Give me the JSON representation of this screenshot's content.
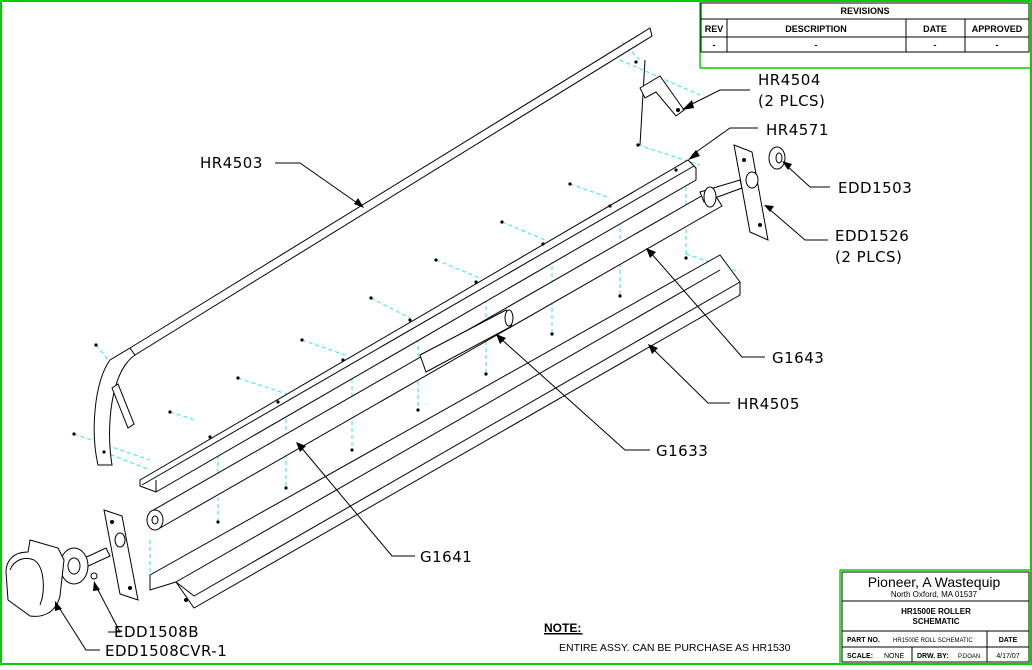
{
  "colors": {
    "border": "#00d000",
    "hidden_lines": "#2ee6e6",
    "ink": "#000000"
  },
  "revisions": {
    "title": "REVISIONS",
    "headers": [
      "REV",
      "DESCRIPTION",
      "DATE",
      "APPROVED"
    ],
    "row": [
      "-",
      "-",
      "-",
      "-"
    ]
  },
  "callouts": {
    "hr4504": "HR4504",
    "hr4504_qty": "(2 PLCS)",
    "hr4571": "HR4571",
    "hr4503": "HR4503",
    "edd1503": "EDD1503",
    "edd1526": "EDD1526",
    "edd1526_qty": "(2 PLCS)",
    "g1643": "G1643",
    "hr4505": "HR4505",
    "g1633": "G1633",
    "g1641": "G1641",
    "edd1508b": "EDD1508B",
    "edd1508cvr": "EDD1508CVR-1"
  },
  "note": {
    "title": "NOTE:",
    "text": "ENTIRE ASSY. CAN BE PURCHASE AS HR1530"
  },
  "title_block": {
    "company": "Pioneer, A Wastequip",
    "address": "North Oxford, MA    01537",
    "drawing_title_1": "HR1500E ROLLER",
    "drawing_title_2": "SCHEMATIC",
    "part_no_label": "PART NO.",
    "part_no": "HR1500E ROLL SCHEMATIC",
    "date_label": "DATE",
    "scale_label": "SCALE:",
    "scale": "NONE",
    "drawn_by_label": "DRW. BY:",
    "drawn_by": "P.DOAN",
    "date": "4/17/07"
  }
}
